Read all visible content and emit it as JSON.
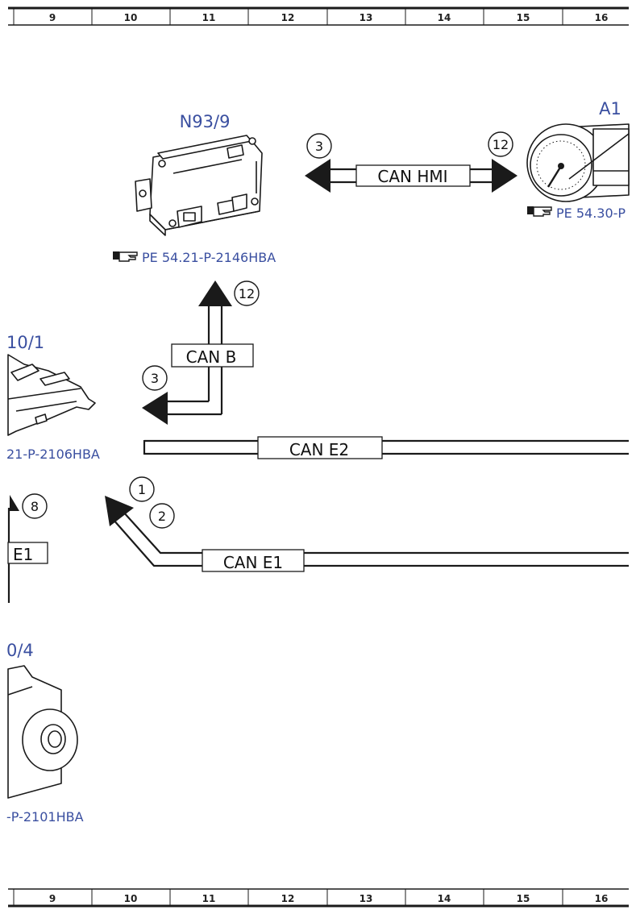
{
  "ruler": {
    "top": [
      "9",
      "10",
      "11",
      "12",
      "13",
      "14",
      "15",
      "16"
    ],
    "bottom": [
      "9",
      "10",
      "11",
      "12",
      "13",
      "14",
      "15",
      "16"
    ]
  },
  "components": {
    "n93_9": {
      "label": "N93/9",
      "ref": "PE 54.21-P-2146HBA"
    },
    "a1": {
      "label": "A1",
      "ref": "PE 54.30-P"
    },
    "n10_1": {
      "label": "10/1",
      "ref": "21-P-2106HBA"
    },
    "n10_4": {
      "label": "0/4",
      "ref": "-P-2101HBA"
    }
  },
  "buses": {
    "can_hmi": "CAN HMI",
    "can_b": "CAN B",
    "can_e2": "CAN E2",
    "can_e1": "CAN E1",
    "e1_partial": "E1"
  },
  "pins": {
    "hmi_left": "3",
    "hmi_right": "12",
    "canb_up": "12",
    "canb_left": "3",
    "e1_a": "1",
    "e1_b": "2",
    "left_8": "8"
  },
  "icons": {
    "reference": "pointing-hand-icon"
  }
}
